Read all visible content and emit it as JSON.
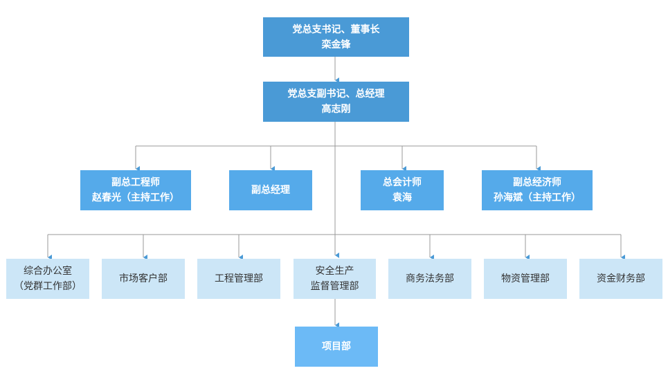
{
  "org": {
    "secretary": {
      "title": "党总支书记、董事长",
      "name": "栾金锋"
    },
    "deputy_secretary": {
      "title": "党总支副书记、总经理",
      "name": "高志刚"
    },
    "deputies": [
      {
        "title": "副总工程师",
        "name": "赵春光（主持工作）"
      },
      {
        "title": "副总经理",
        "name": ""
      },
      {
        "title": "总会计师",
        "name": "袁海"
      },
      {
        "title": "副总经济师",
        "name": "孙海斌（主持工作）"
      }
    ],
    "departments": [
      {
        "line1": "综合办公室",
        "line2": "（党群工作部）"
      },
      {
        "line1": "市场客户部",
        "line2": ""
      },
      {
        "line1": "工程管理部",
        "line2": ""
      },
      {
        "line1": "安全生产",
        "line2": "监督管理部"
      },
      {
        "line1": "商务法务部",
        "line2": ""
      },
      {
        "line1": "物资管理部",
        "line2": ""
      },
      {
        "line1": "资金财务部",
        "line2": ""
      }
    ],
    "project": {
      "title": "项目部"
    }
  },
  "colors": {
    "level1": "#4a9ad6",
    "level2": "#55aaea",
    "level3": "#cce6f7",
    "level4": "#6cbaf6",
    "connector": "#999999",
    "arrow": "#4a9ad6"
  }
}
